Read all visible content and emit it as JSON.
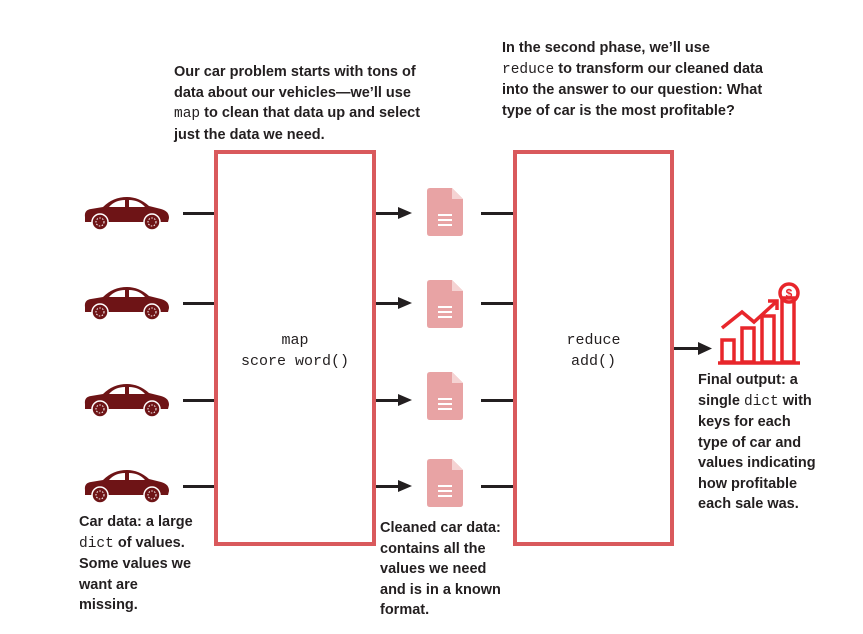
{
  "notes": {
    "map_intro": {
      "before": "Our car problem starts with tons of data about our vehicles—we’ll use ",
      "code": "map",
      "after": " to clean that data up and select just the data we need."
    },
    "reduce_intro": {
      "before": "In the second phase, we’ll use ",
      "code": "reduce",
      "after": " to transform our cleaned data into the answer to our question: What type of car is the most profitable?"
    },
    "car_data": {
      "before": "Car data: a large ",
      "code": "dict",
      "after": " of values. Some values we want are missing."
    },
    "cleaned_data": "Cleaned car data: contains all the values we need and is in a known format.",
    "final_output": {
      "before": "Final output: a single ",
      "code": "dict",
      "after": " with keys for each type of car and values indicating how profitable each sale was."
    }
  },
  "map_box": {
    "line1": "map",
    "line2": "score word()"
  },
  "reduce_box": {
    "line1": "reduce",
    "line2": "add()"
  },
  "colors": {
    "car": "#6e1416",
    "box": "#d9595c",
    "doc": "#e8a3a4",
    "chart": "#e8262b"
  }
}
